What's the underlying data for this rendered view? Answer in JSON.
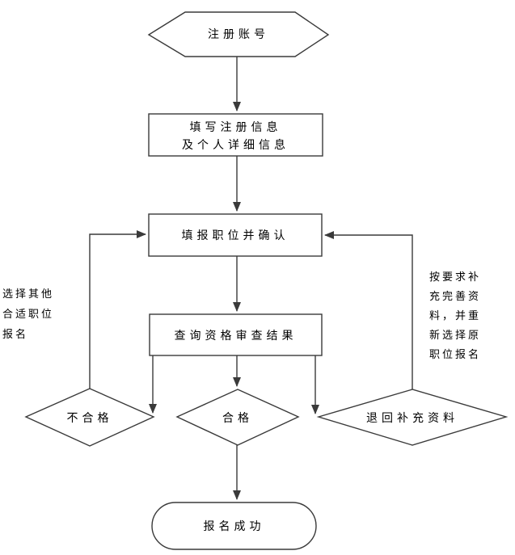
{
  "background": "#ffffff",
  "colors": {
    "line": "#3a3a3a",
    "text": "#000000"
  },
  "nodes": {
    "register": {
      "shape": "hexagon",
      "label": "注册账号"
    },
    "fill_info": {
      "shape": "rectangle",
      "lines": [
        "填写注册信息",
        "及个人详细信息"
      ]
    },
    "confirm_position": {
      "shape": "rectangle",
      "label": "填报职位并确认"
    },
    "query_result": {
      "shape": "rectangle",
      "label": "查询资格审查结果"
    },
    "unqualified": {
      "shape": "diamond",
      "label": "不合格"
    },
    "qualified": {
      "shape": "diamond",
      "label": "合格"
    },
    "return_supplement": {
      "shape": "diamond",
      "label": "退回补充资料"
    },
    "success": {
      "shape": "stadium",
      "label": "报名成功"
    }
  },
  "annotations": {
    "left_note": {
      "lines": [
        "选择其他",
        "合适职位",
        "报名"
      ]
    },
    "right_note": {
      "lines": [
        "按要求补",
        "充完善资",
        "料，并重",
        "新选择原",
        "职位报名"
      ]
    }
  }
}
